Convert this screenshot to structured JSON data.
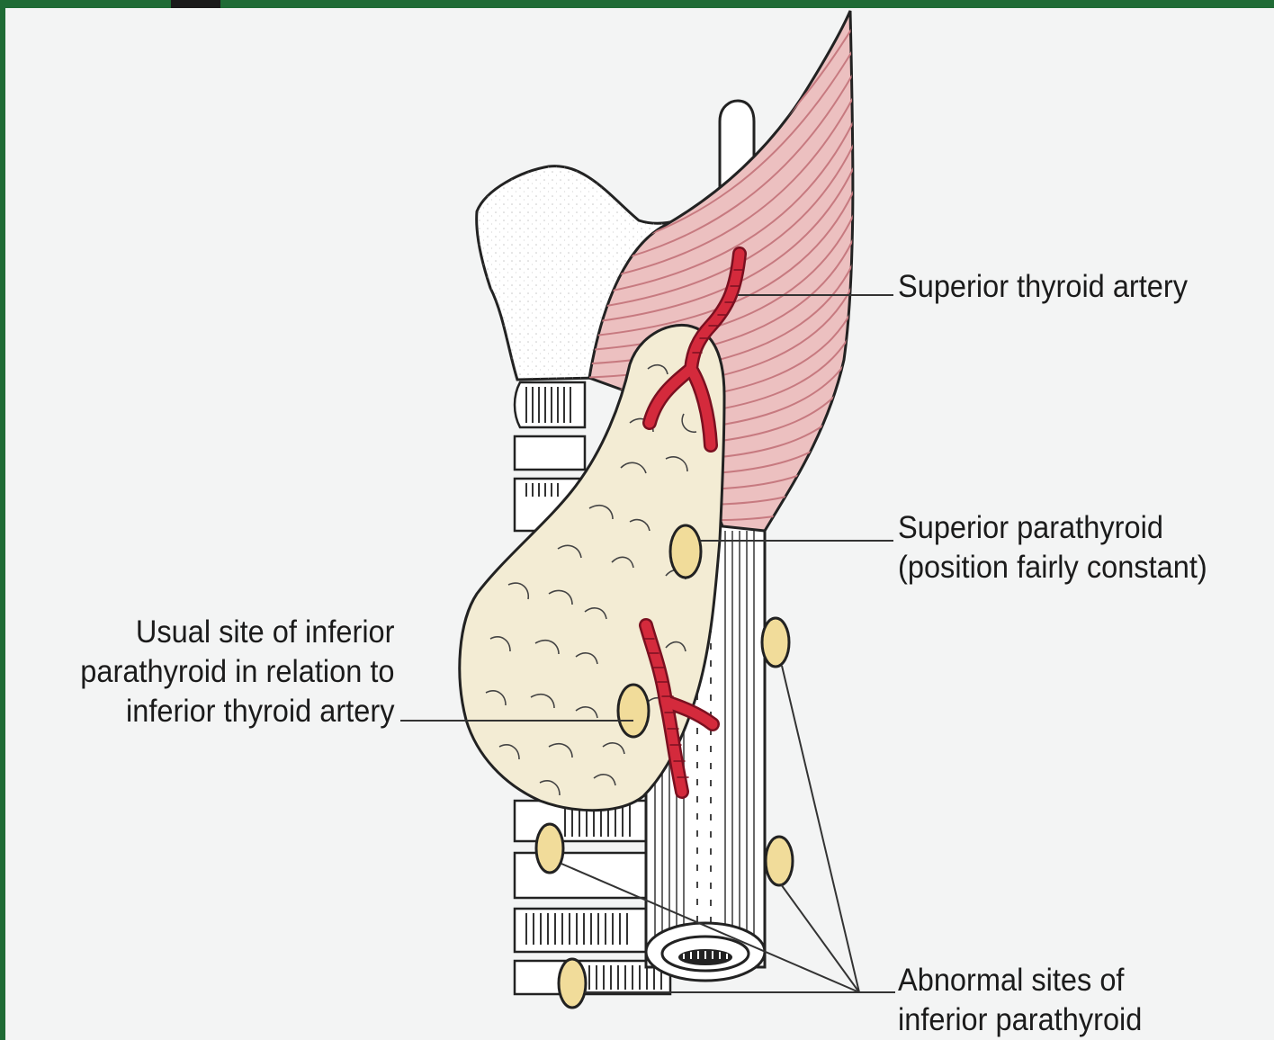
{
  "labels": {
    "superior_thyroid_artery": "Superior thyroid artery",
    "superior_parathyroid_line1": "Superior parathyroid",
    "superior_parathyroid_line2": "(position fairly constant)",
    "usual_site_line1": "Usual site of inferior",
    "usual_site_line2": "parathyroid in relation to",
    "usual_site_line3": "inferior thyroid artery",
    "abnormal_sites_line1": "Abnormal sites of",
    "abnormal_sites_line2": "inferior parathyroid"
  },
  "colors": {
    "frame": "#1f6b35",
    "background": "#f3f4f4",
    "thyroid_gland": "#f3ecd4",
    "parathyroid": "#f1dc9a",
    "artery": "#d42a3c",
    "muscle": "#ecc0c0",
    "muscle_lines": "#c77a80",
    "cartilage": "#ffffff",
    "outline": "#222222"
  }
}
